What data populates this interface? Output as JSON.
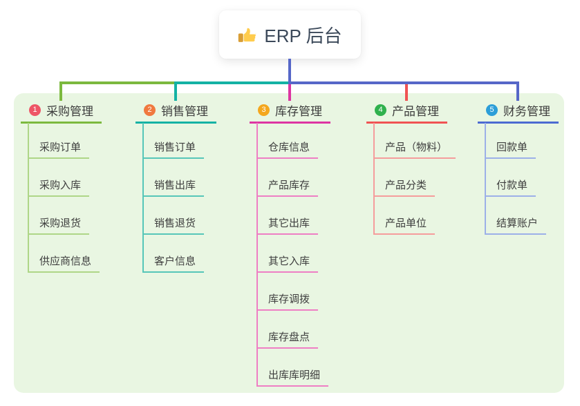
{
  "root": {
    "label": "ERP 后台",
    "icon": "thumbs-up-icon"
  },
  "connectors": {
    "trunk_color": "#5667c8"
  },
  "panel_color": "#e9f6e2",
  "branches": [
    {
      "num": "1",
      "title": "采购管理",
      "badge_color": "#ee5566",
      "line_color": "#7cb93e",
      "item_line_color": "#aed687",
      "items": [
        "采购订单",
        "采购入库",
        "采购退货",
        "供应商信息"
      ]
    },
    {
      "num": "2",
      "title": "销售管理",
      "badge_color": "#f0793f",
      "line_color": "#14b2a4",
      "item_line_color": "#56c6b8",
      "items": [
        "销售订单",
        "销售出库",
        "销售退货",
        "客户信息"
      ]
    },
    {
      "num": "3",
      "title": "库存管理",
      "badge_color": "#f4a71e",
      "line_color": "#dd35a2",
      "item_line_color": "#ee7ec4",
      "items": [
        "仓库信息",
        "产品库存",
        "其它出库",
        "其它入库",
        "库存调拨",
        "库存盘点",
        "出库库明细"
      ]
    },
    {
      "num": "4",
      "title": "产品管理",
      "badge_color": "#2fb14d",
      "line_color": "#f05353",
      "item_line_color": "#f59c9c",
      "items": [
        "产品（物料）",
        "产品分类",
        "产品单位"
      ]
    },
    {
      "num": "5",
      "title": "财务管理",
      "badge_color": "#2c9ed8",
      "line_color": "#4c6bd2",
      "item_line_color": "#9cb0e8",
      "items": [
        "回款单",
        "付款单",
        "结算账户"
      ]
    }
  ]
}
